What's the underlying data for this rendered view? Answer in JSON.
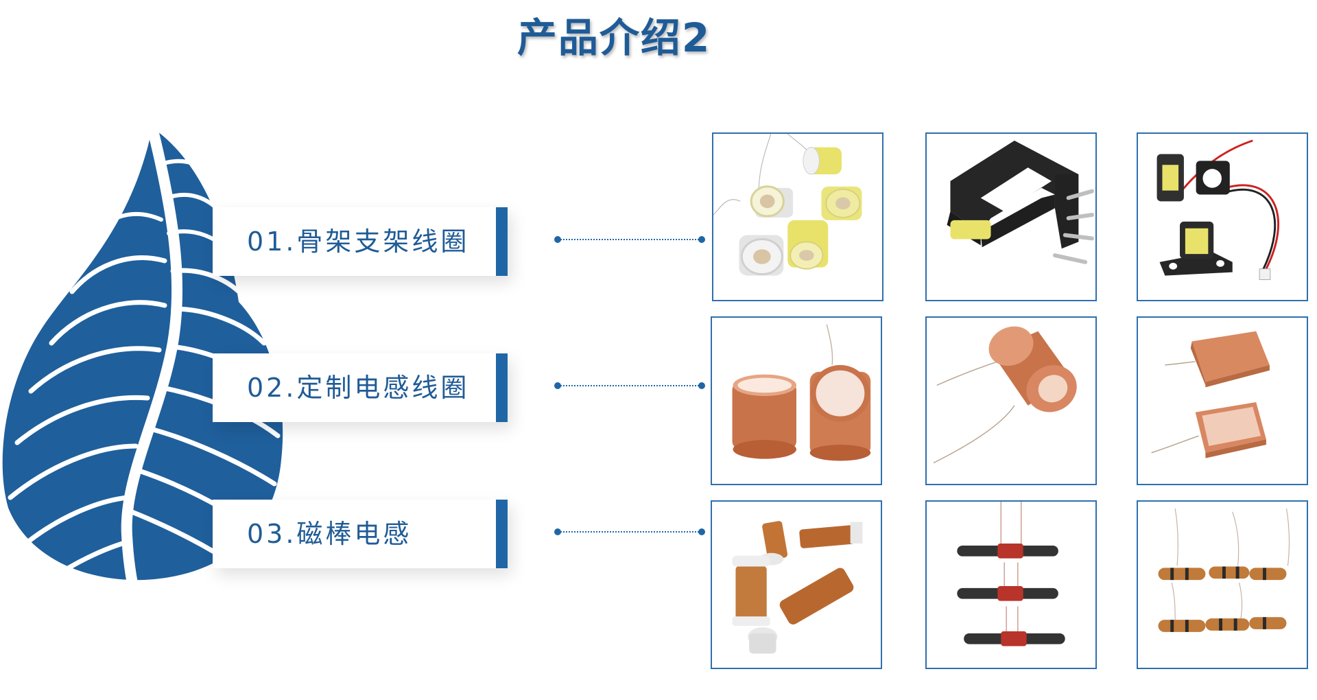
{
  "page": {
    "title": "产品介绍2"
  },
  "colors": {
    "brand_blue": "#1f5b96",
    "accent_blue": "#2066a6",
    "leaf_blue": "#1f5f9c",
    "cell_border": "#2e6fae",
    "copper": "#c8734a",
    "bobbin_yellow": "#e8e26a",
    "ferrite_dark": "#2e2e2e"
  },
  "categories": [
    {
      "label": "01.骨架支架线圈",
      "products": [
        {
          "image": "bobbin-coils-yellow-photo"
        },
        {
          "image": "black-bobbin-frame-photo"
        },
        {
          "image": "bracket-coil-assembly-photo"
        }
      ]
    },
    {
      "label": "02.定制电感线圈",
      "products": [
        {
          "image": "air-core-copper-coils-photo"
        },
        {
          "image": "self-bonded-copper-coil-photo"
        },
        {
          "image": "rectangular-copper-coils-photo"
        }
      ]
    },
    {
      "label": "03.磁棒电感",
      "products": [
        {
          "image": "rod-inductors-bobbin-photo"
        },
        {
          "image": "ferrite-rod-inductors-photo"
        },
        {
          "image": "segmented-rod-inductors-photo"
        }
      ]
    }
  ],
  "decor": {
    "leaf": "leaf-illustration"
  }
}
